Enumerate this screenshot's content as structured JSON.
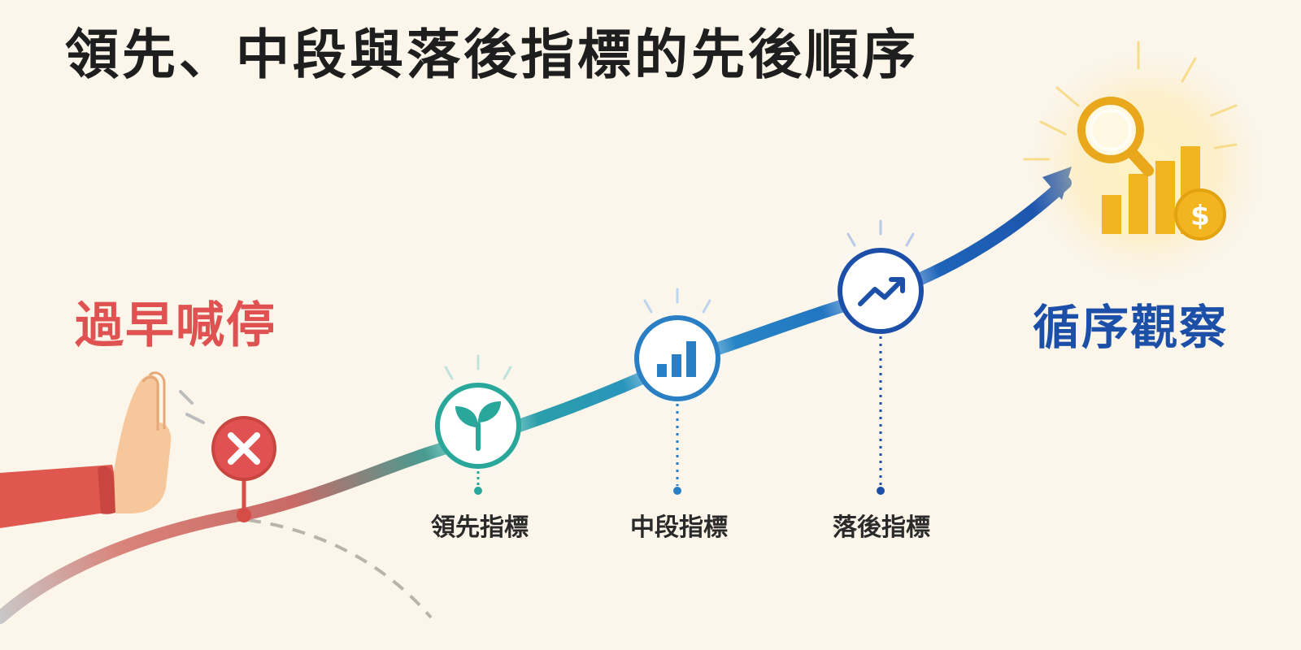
{
  "title": "領先、中段與落後指標的先後順序",
  "left_label": "過早喊停",
  "right_label": "循序觀察",
  "stages": [
    {
      "label": "領先指標",
      "icon": "sprout-icon"
    },
    {
      "label": "中段指標",
      "icon": "bar-chart-icon"
    },
    {
      "label": "落後指標",
      "icon": "trend-up-icon"
    }
  ],
  "icons": {
    "stop": "stop-hand-icon",
    "cancel": "x-circle-icon",
    "goal": "magnifier-chart-coin-icon",
    "coin_symbol": "$"
  },
  "colors": {
    "background": "#fbf5ea",
    "title": "#1e1e1e",
    "stop_red": "#e05252",
    "leading_teal": "#2aa79b",
    "middle_blue": "#2a7fc4",
    "lagging_blue": "#1c4fa8",
    "gold": "#f2b520"
  }
}
